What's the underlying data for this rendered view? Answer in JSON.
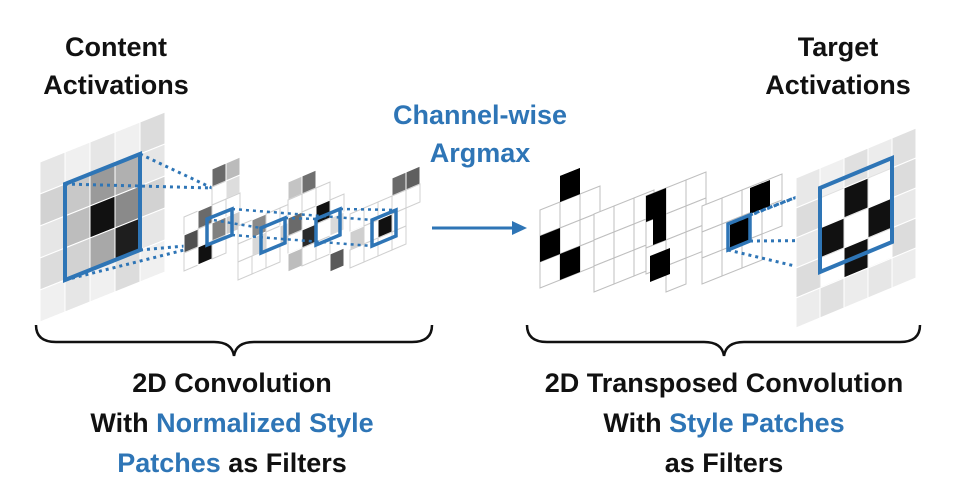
{
  "labels": {
    "content_activations": [
      "Content",
      "Activations"
    ],
    "target_activations": [
      "Target",
      "Activations"
    ],
    "argmax": [
      "Channel-wise",
      "Argmax"
    ]
  },
  "captions": {
    "left": {
      "line1": "2D Convolution",
      "line2_black": "With ",
      "line2_blue": "Normalized Style",
      "line3_blue": "Patches",
      "line3_black": " as Filters"
    },
    "right": {
      "line1": "2D Transposed Convolution",
      "line2_black": "With ",
      "line2_blue": "Style Patches",
      "line3": "as Filters"
    }
  },
  "colors": {
    "accent_blue": "#2e75b6",
    "text": "#111111",
    "grid_line": "#c8c8c8"
  }
}
